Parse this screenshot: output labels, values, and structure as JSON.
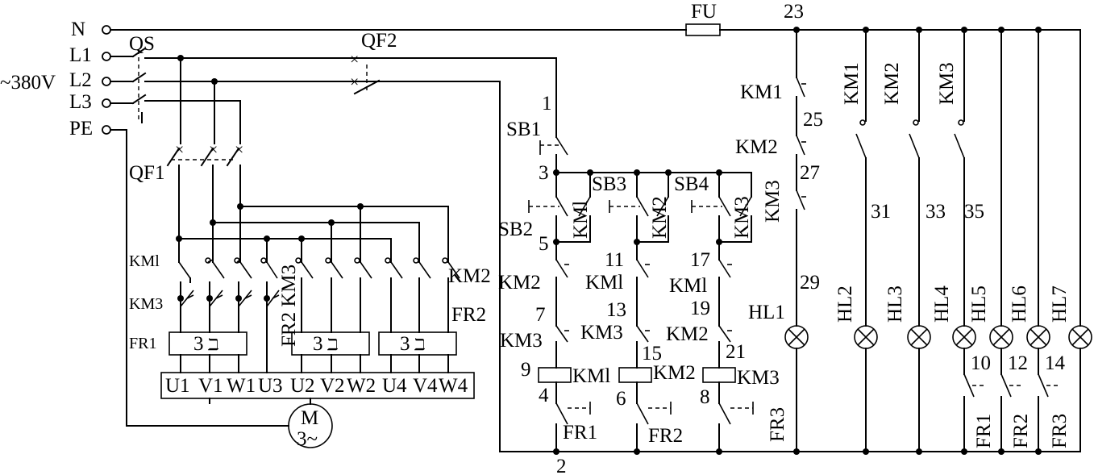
{
  "supply": {
    "n": "N",
    "l1": "L1",
    "l2": "L2",
    "l3": "L3",
    "pe": "PE",
    "voltage": "~380V"
  },
  "devices": {
    "qs": "QS",
    "qf1": "QF1",
    "qf2": "QF2",
    "fu": "FU",
    "km1": "KM1",
    "km2": "KM2",
    "km3": "KM3",
    "km1_alt": "KMl",
    "fr1": "FR1",
    "fr2": "FR2",
    "fr3": "FR3",
    "sb1": "SB1",
    "sb2": "SB2",
    "sb3": "SB3",
    "sb4": "SB4",
    "hl1": "HL1",
    "hl2": "HL2",
    "hl3": "HL3",
    "hl4": "HL4",
    "hl5": "HL5",
    "hl6": "HL6",
    "hl7": "HL7",
    "fr2km3": "FR2 KM3",
    "relay_symbol": "3"
  },
  "terminals": {
    "block": [
      "U1",
      "V1",
      "W1",
      "U3",
      "U2",
      "V2",
      "W2",
      "U4",
      "V4",
      "W4"
    ]
  },
  "motor": {
    "m": "M",
    "phase": "3~"
  },
  "nodes": {
    "n1": "1",
    "n2": "2",
    "n3": "3",
    "n4": "4",
    "n5": "5",
    "n6": "6",
    "n7": "7",
    "n8": "8",
    "n9": "9",
    "n10": "10",
    "n11": "11",
    "n12": "12",
    "n13": "13",
    "n14": "14",
    "n15": "15",
    "n17": "17",
    "n19": "19",
    "n21": "21",
    "n23": "23",
    "n25": "25",
    "n27": "27",
    "n29": "29",
    "n31": "31",
    "n33": "33",
    "n35": "35"
  }
}
